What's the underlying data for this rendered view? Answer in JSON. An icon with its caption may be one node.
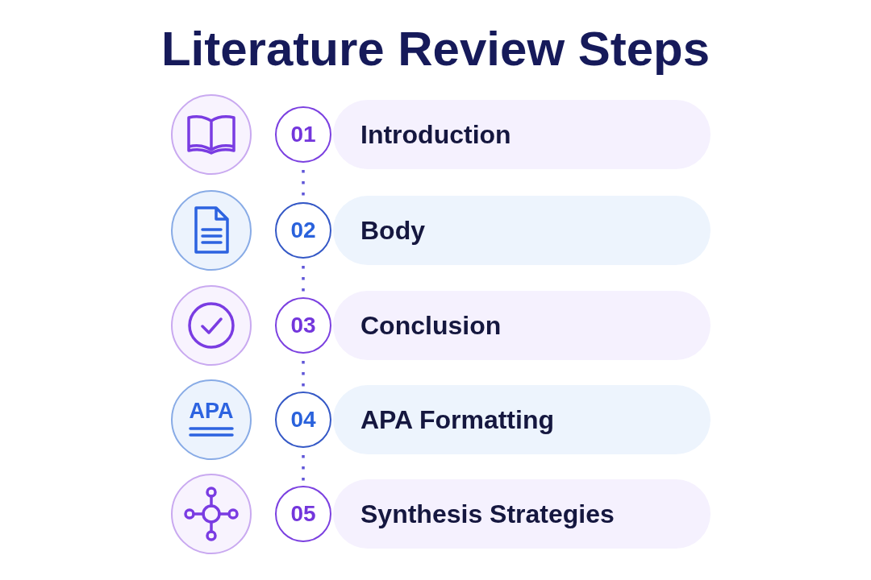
{
  "diagram": {
    "title": "Literature Review Steps",
    "nodes": [
      {
        "text": [],
        "shape": "circle"
      },
      {
        "text": [
          "01"
        ]
      },
      {
        "text": [
          "Introduction"
        ]
      },
      {
        "text": [],
        "shape": "circle"
      },
      {
        "text": [
          "02"
        ]
      },
      {
        "text": [
          "Body"
        ]
      },
      {
        "text": [],
        "shape": "circle"
      },
      {
        "text": [
          "03"
        ]
      },
      {
        "text": [
          "Conclusion"
        ]
      },
      {
        "text": [
          "APA"
        ]
      },
      {
        "text": [
          "04"
        ]
      },
      {
        "text": [
          "APA Formatting"
        ]
      },
      {
        "text": [],
        "shape": "circle"
      },
      {
        "text": [
          "05"
        ]
      },
      {
        "text": [
          "Synthesis Strategies"
        ]
      }
    ],
    "edges": [
      {
        "from": 1,
        "to": 4,
        "arrow": "none",
        "style": "dashed"
      },
      {
        "from": 4,
        "to": 7,
        "arrow": "none",
        "style": "dashed"
      },
      {
        "from": 7,
        "to": 10,
        "arrow": "none",
        "style": "dashed"
      },
      {
        "from": 10,
        "to": 13,
        "arrow": "none",
        "style": "dashed"
      }
    ]
  }
}
